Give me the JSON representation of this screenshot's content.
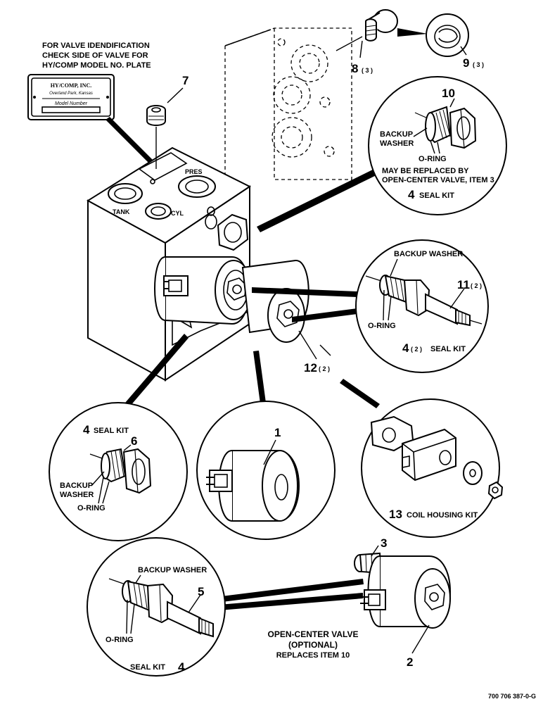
{
  "note": {
    "line1": "FOR VALVE IDENDIFICATION",
    "line2": "CHECK SIDE OF VALVE FOR",
    "line3": "HY/COMP MODEL NO. PLATE"
  },
  "plate": {
    "line1": "HY/COMP, INC.",
    "line2": "Overland Park, Kansas",
    "line3": "Model Number"
  },
  "ports": {
    "tank": "TANK",
    "cyl": "CYL",
    "pres": "PRES"
  },
  "callouts": {
    "item7": "7",
    "item8": "8",
    "item8_qty": "( 3 )",
    "item9": "9",
    "item9_qty": "( 3 )",
    "item10": "10",
    "item11": "11",
    "item11_qty": "( 2 )",
    "item12": "12",
    "item12_qty": "( 2 )",
    "item1": "1",
    "item6": "6",
    "item5": "5",
    "item3": "3",
    "item2": "2",
    "item13": "13"
  },
  "detail_item10": {
    "backup1": "BACKUP",
    "backup2": "WASHER",
    "oring": "O-RING",
    "note1": "MAY BE REPLACED BY",
    "note2": "OPEN-CENTER VALVE, ITEM 3",
    "kit_num": "4",
    "kit_label": "SEAL KIT"
  },
  "detail_item11": {
    "backup": "BACKUP WASHER",
    "oring": "O-RING",
    "kit_num": "4",
    "kit_qty": "( 2 )",
    "kit_label": "SEAL KIT"
  },
  "detail_item6": {
    "kit_num": "4",
    "kit_label": "SEAL KIT",
    "backup1": "BACKUP",
    "backup2": "WASHER",
    "oring": "O-RING"
  },
  "detail_item13": {
    "label": "COIL HOUSING KIT"
  },
  "detail_item5": {
    "backup": "BACKUP WASHER",
    "oring": "O-RING",
    "kit_label": "SEAL KIT",
    "kit_num": "4"
  },
  "open_center": {
    "line1": "OPEN-CENTER VALVE",
    "line2": "(OPTIONAL)",
    "line3": "REPLACES ITEM 10"
  },
  "drawing_number": "700 706 387-0-G"
}
